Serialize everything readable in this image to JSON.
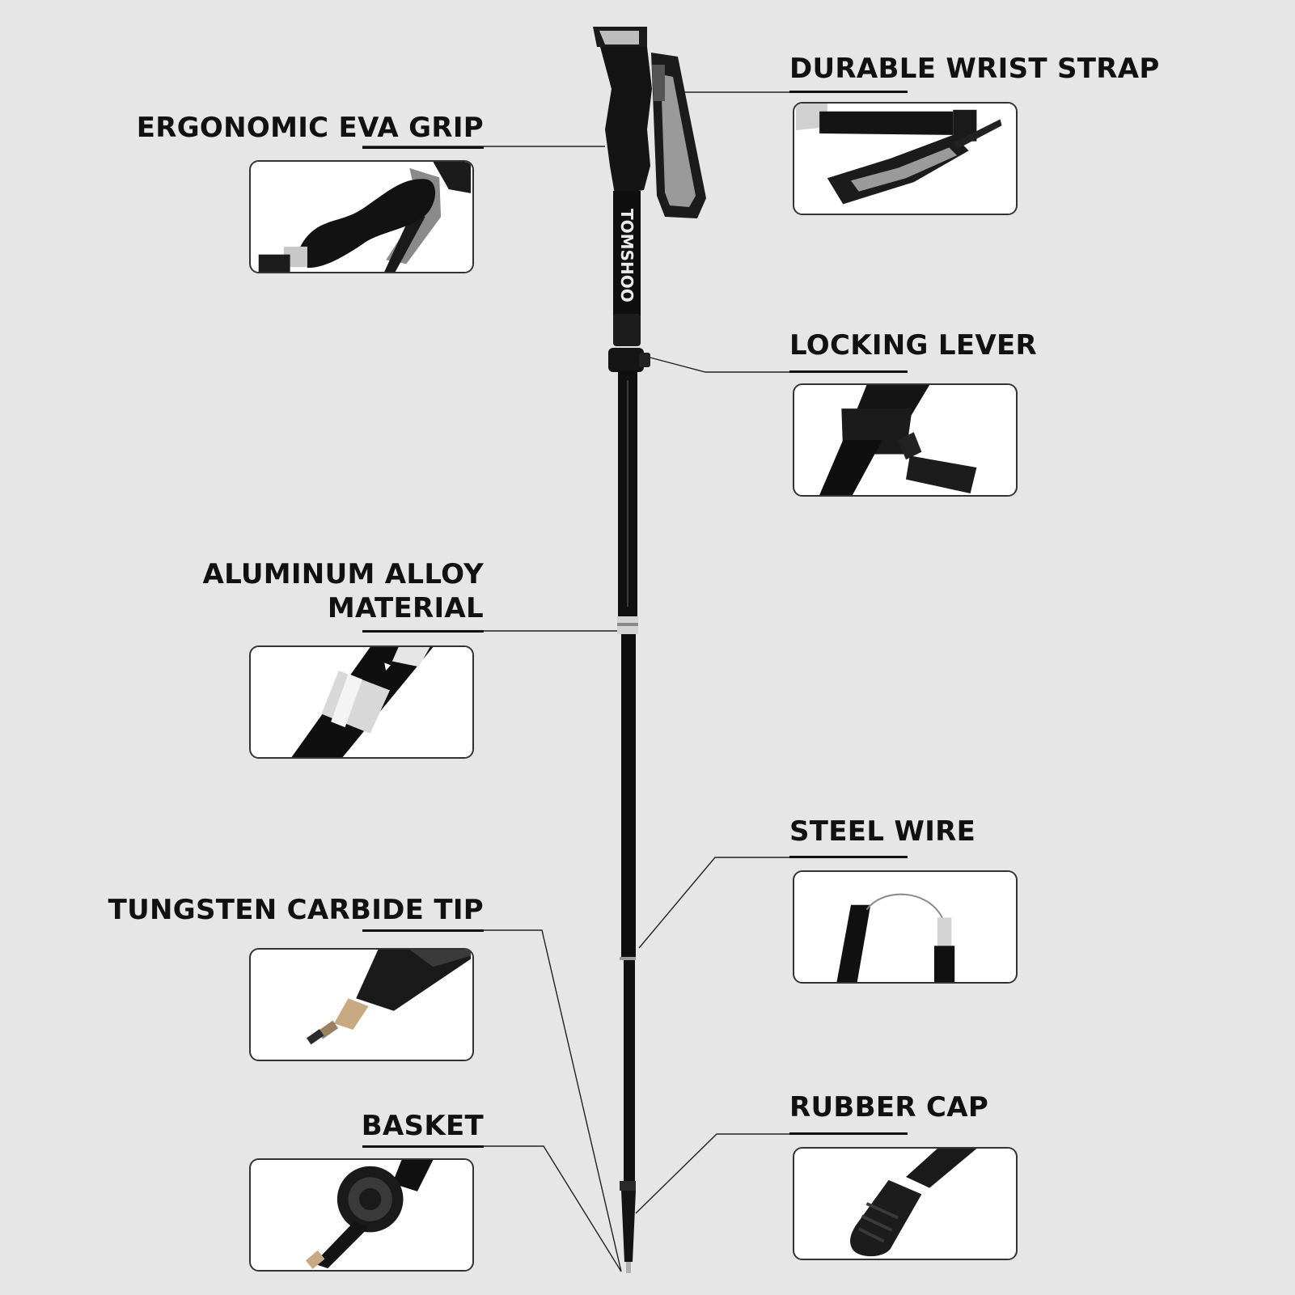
{
  "brand": "TOMSHOO",
  "callouts": {
    "grip": "ERGONOMIC EVA GRIP",
    "strap": "DURABLE WRIST STRAP",
    "lever": "LOCKING LEVER",
    "alloy_line1": "ALUMINUM ALLOY",
    "alloy_line2": "MATERIAL",
    "wire": "STEEL WIRE",
    "tip": "TUNGSTEN CARBIDE TIP",
    "basket": "BASKET",
    "cap": "RUBBER CAP"
  },
  "colors": {
    "background": "#e6e6e6",
    "pole": "#111111",
    "strap_gray": "#9a9a9a",
    "metal": "#c8c8c8"
  }
}
